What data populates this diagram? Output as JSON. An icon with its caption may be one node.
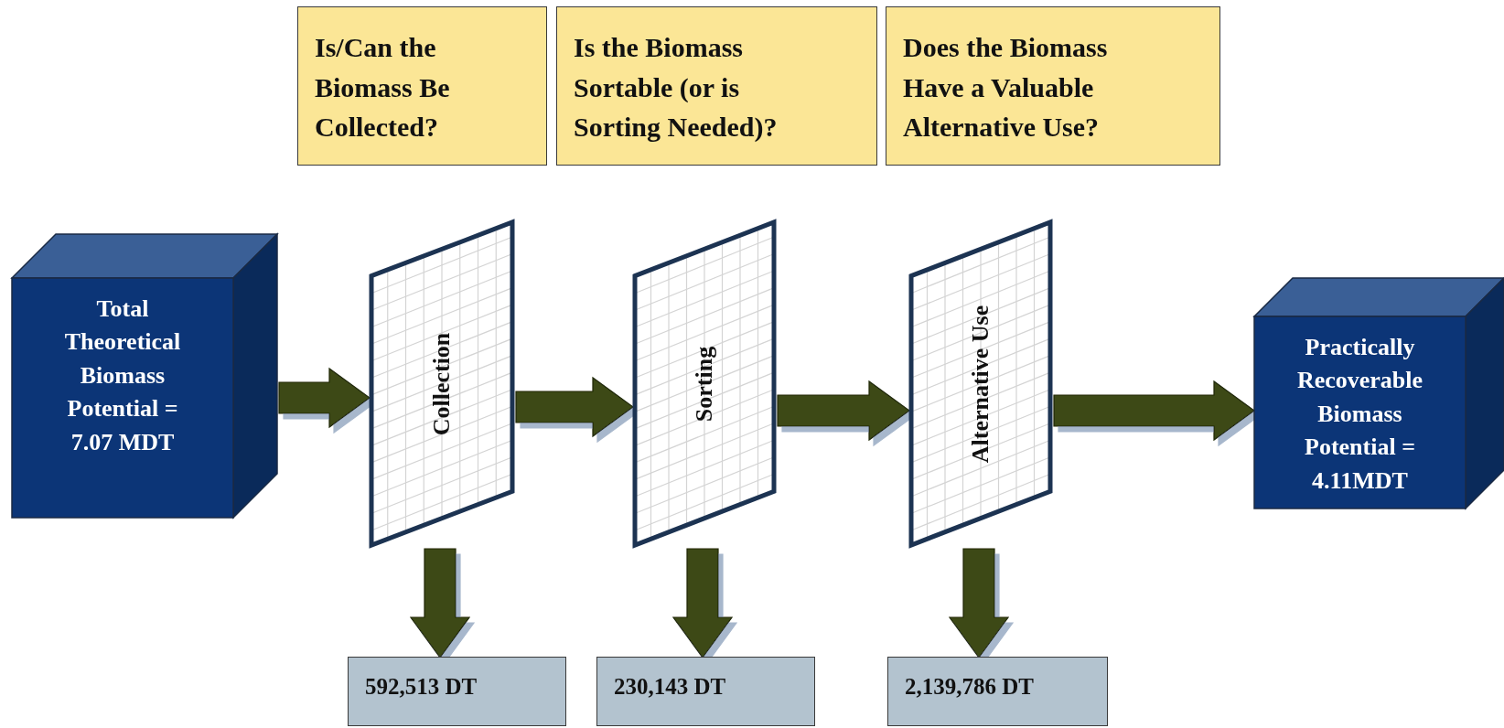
{
  "diagram": {
    "nodes": [
      {
        "text": [
          "Is/Can the Biomass Be Collected?"
        ]
      },
      {
        "text": [
          "Is the Biomass Sortable (or is Sorting Needed)?"
        ]
      },
      {
        "text": [
          "Does the Biomass Have a Valuable Alternative Use?"
        ]
      },
      {
        "text": [
          "Total Theoretical Biomass Potential = 7.07 MDT"
        ]
      },
      {
        "text": [
          "Collection"
        ]
      },
      {
        "text": [
          "Sorting"
        ]
      },
      {
        "text": [
          "Alternative Use"
        ]
      },
      {
        "text": [
          "Practically Recoverable Biomass Potential = 4.11MDT"
        ]
      },
      {
        "text": [
          "592,513 DT"
        ]
      },
      {
        "text": [
          "230,143 DT"
        ]
      },
      {
        "text": [
          "2,139,786 DT"
        ]
      }
    ],
    "edges": [
      {
        "from": 3,
        "to": 4,
        "arrow": "to"
      },
      {
        "from": 4,
        "to": 5,
        "arrow": "to"
      },
      {
        "from": 5,
        "to": 6,
        "arrow": "to"
      },
      {
        "from": 6,
        "to": 7,
        "arrow": "to"
      },
      {
        "from": 4,
        "to": 8,
        "arrow": "to"
      },
      {
        "from": 5,
        "to": 9,
        "arrow": "to"
      },
      {
        "from": 6,
        "to": 10,
        "arrow": "to"
      }
    ]
  }
}
